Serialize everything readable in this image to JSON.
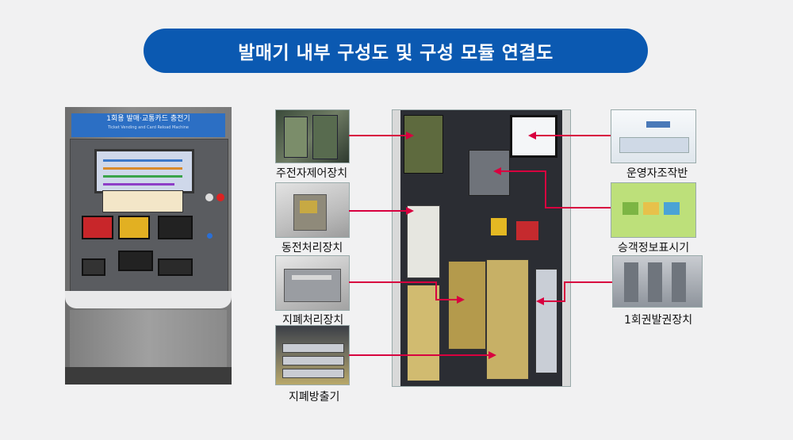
{
  "title": "발매기 내부 구성도 및 구성 모듈 연결도",
  "machine": {
    "header_title": "1회용 발매·교통카드 충전기",
    "header_subtitle": "Ticket Vending and Card Reload Machine"
  },
  "modules_left": [
    {
      "label": "주전자제어장치"
    },
    {
      "label": "동전처리장치"
    },
    {
      "label": "지폐처리장치"
    },
    {
      "label": "지폐방출기"
    }
  ],
  "modules_right": [
    {
      "label": "운영자조작반"
    },
    {
      "label": "승객정보표시기"
    },
    {
      "label": "1회권발권장치"
    }
  ],
  "colors": {
    "title_bg": "#0b59b1",
    "connector": "#d8003f",
    "background": "#f1f1f2"
  }
}
